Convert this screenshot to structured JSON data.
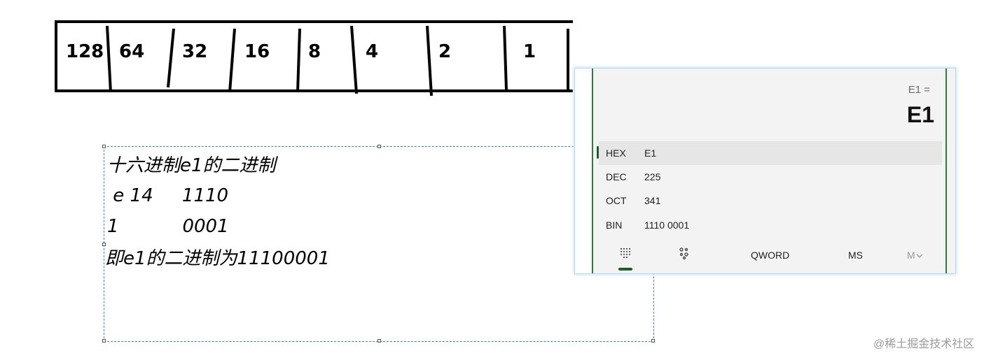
{
  "bit_table": {
    "values": [
      "128",
      "64",
      "32",
      "16",
      "8",
      "4",
      "2",
      "1"
    ]
  },
  "note": {
    "lines": [
      "十六进制e1的二进制",
      " e 14     1110",
      "1           0001",
      "即e1的二进制为11100001"
    ]
  },
  "calculator": {
    "expression": "E1 =",
    "result": "E1",
    "radix": [
      {
        "label": "HEX",
        "value": "E1",
        "selected": true
      },
      {
        "label": "DEC",
        "value": "225",
        "selected": false
      },
      {
        "label": "OCT",
        "value": "341",
        "selected": false
      },
      {
        "label": "BIN",
        "value": "1110 0001",
        "selected": false
      }
    ],
    "toolbar": {
      "keypad_icon": "keypad-icon",
      "bit_toggle_icon": "bit-toggle-icon",
      "word_size": "QWORD",
      "memory_store": "MS",
      "memory_menu": "M",
      "memory_menu_icon": "chevron-down-icon"
    },
    "accent": "#1e5e2b"
  },
  "watermark": "@稀土掘金技术社区"
}
